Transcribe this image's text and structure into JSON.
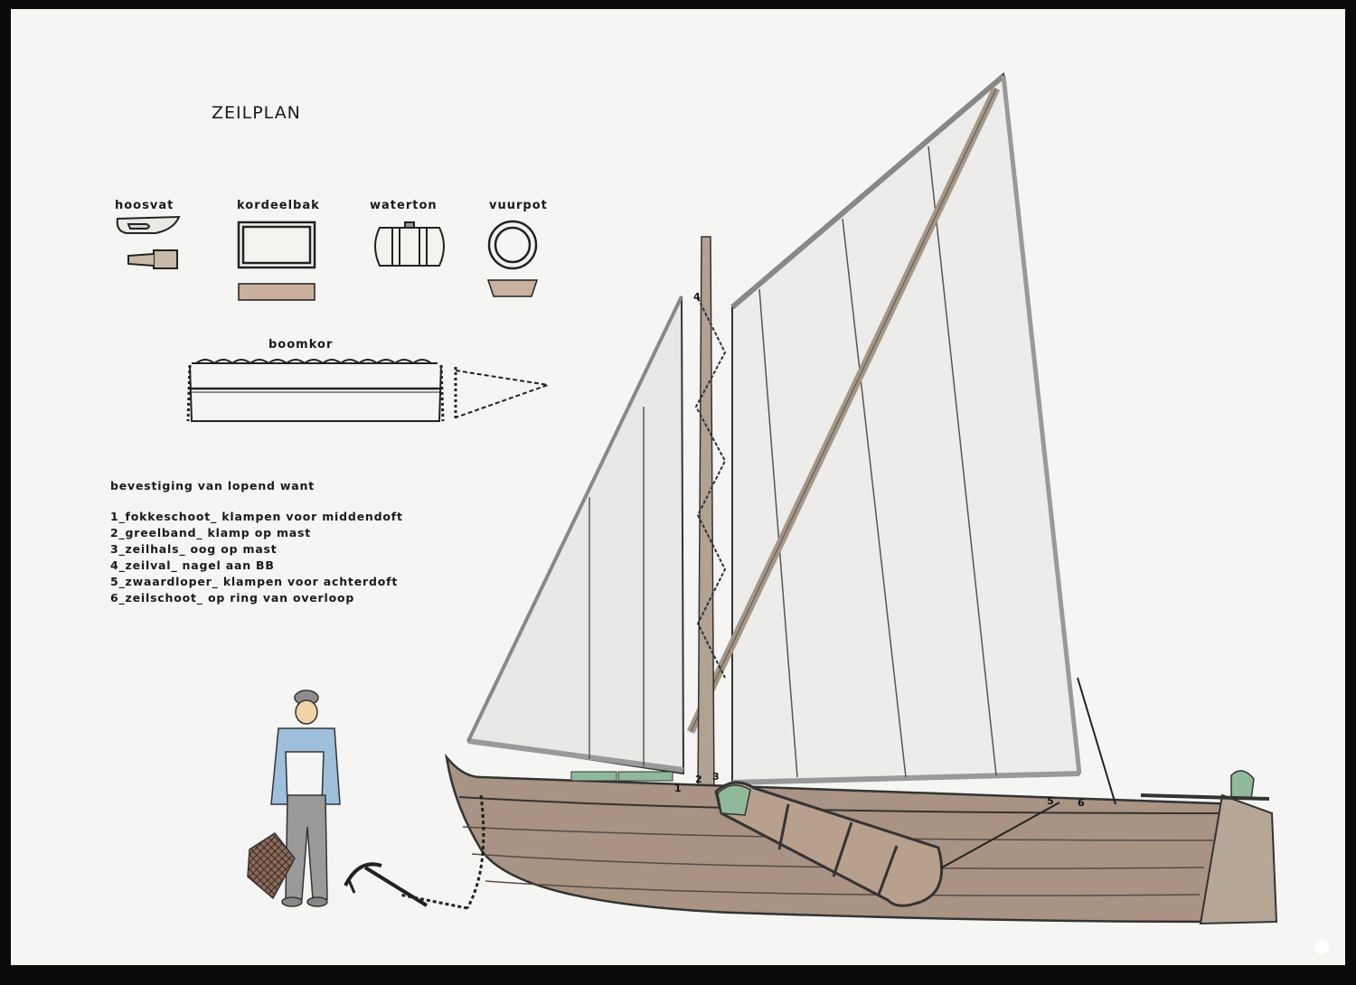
{
  "title": "ZEILPLAN",
  "items": {
    "hoosvat": "hoosvat",
    "kordeelbak": "kordeelbak",
    "waterton": "waterton",
    "vuurpot": "vuurpot",
    "boomkor": "boomkor"
  },
  "legend": {
    "heading": "bevestiging van lopend want",
    "rows": [
      "1_fokkeschoot_ klampen voor middendoft",
      "2_greelband_ klamp op mast",
      "3_zeilhals_ oog op mast",
      "4_zeilval_ nagel aan BB",
      "5_zwaardloper_ klampen voor achterdoft",
      "6_zeilschoot_ op ring van overloop"
    ]
  },
  "markers": [
    "1",
    "2",
    "3",
    "4",
    "5",
    "6"
  ],
  "colors": {
    "sail": "#ececea",
    "hull": "#a89384",
    "wood": "#b39e8e",
    "sweater": "#9fc0dc",
    "trousers": "#9a9a9a",
    "green": "#8fb99a",
    "ink": "#222222"
  }
}
